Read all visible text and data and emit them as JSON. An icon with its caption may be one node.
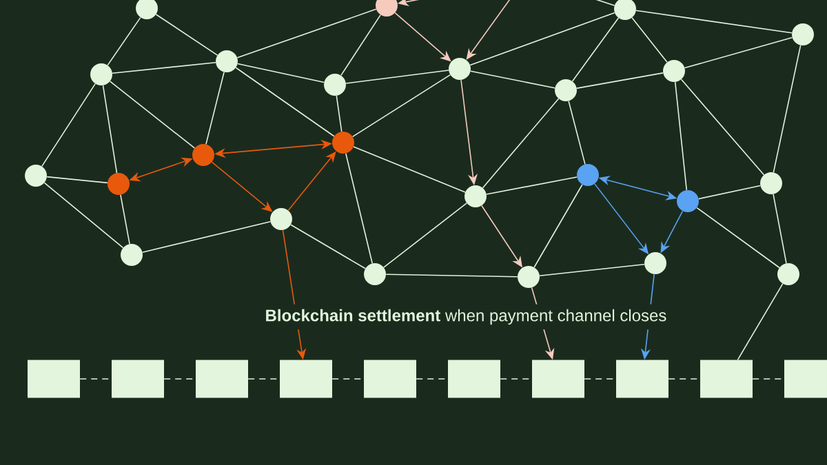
{
  "diagram": {
    "nodes": [
      {
        "text": [],
        "shape": "circle"
      },
      {
        "text": [],
        "shape": "circle"
      },
      {
        "text": [],
        "shape": "circle"
      },
      {
        "text": [],
        "shape": "circle"
      },
      {
        "text": [],
        "shape": "circle"
      },
      {
        "text": [],
        "shape": "circle"
      },
      {
        "text": [],
        "shape": "circle"
      },
      {
        "text": [],
        "shape": "circle"
      },
      {
        "text": [],
        "shape": "circle"
      },
      {
        "text": [],
        "shape": "circle"
      },
      {
        "text": [],
        "shape": "circle"
      },
      {
        "text": [],
        "shape": "circle"
      },
      {
        "text": [],
        "shape": "circle"
      },
      {
        "text": [],
        "shape": "circle"
      },
      {
        "text": [],
        "shape": "circle"
      },
      {
        "text": [],
        "shape": "circle"
      },
      {
        "text": [],
        "shape": "circle"
      },
      {
        "text": [],
        "shape": "circle"
      },
      {
        "text": [],
        "shape": "circle"
      },
      {
        "text": [],
        "shape": "circle"
      },
      {
        "text": [],
        "shape": "circle"
      },
      {
        "text": [],
        "shape": "circle"
      },
      {
        "text": [],
        "shape": "circle"
      },
      {
        "text": [],
        "shape": "circle"
      },
      {
        "text": [],
        "shape": "box"
      },
      {
        "text": [],
        "shape": "box"
      },
      {
        "text": [],
        "shape": "box"
      },
      {
        "text": [],
        "shape": "box"
      },
      {
        "text": [],
        "shape": "box"
      },
      {
        "text": [],
        "shape": "box"
      },
      {
        "text": [],
        "shape": "box"
      },
      {
        "text": [],
        "shape": "box"
      },
      {
        "text": [],
        "shape": "box"
      },
      {
        "text": [],
        "shape": "box"
      }
    ],
    "edges": [
      {
        "from": 0,
        "to": 1,
        "arrow": "none"
      },
      {
        "from": 0,
        "to": 2,
        "arrow": "none"
      },
      {
        "from": 1,
        "to": 2,
        "arrow": "none"
      },
      {
        "from": 1,
        "to": 3,
        "arrow": "none"
      },
      {
        "from": 1,
        "to": 4,
        "arrow": "none"
      },
      {
        "from": 1,
        "to": 5,
        "arrow": "none"
      },
      {
        "from": 2,
        "to": 5,
        "arrow": "none"
      },
      {
        "from": 2,
        "to": 9,
        "arrow": "none"
      },
      {
        "from": 2,
        "to": 8,
        "arrow": "none"
      },
      {
        "from": 2,
        "to": 10,
        "arrow": "none"
      },
      {
        "from": 3,
        "to": 4,
        "arrow": "none"
      },
      {
        "from": 3,
        "to": 6,
        "arrow": "none"
      },
      {
        "from": 4,
        "to": 6,
        "arrow": "none"
      },
      {
        "from": 4,
        "to": 5,
        "arrow": "both",
        "color": "#e8590c"
      },
      {
        "from": 5,
        "to": 8,
        "arrow": "both",
        "color": "#e8590c"
      },
      {
        "from": 5,
        "to": 7,
        "arrow": "to",
        "color": "#e8590c"
      },
      {
        "from": 7,
        "to": 8,
        "arrow": "to",
        "color": "#e8590c"
      },
      {
        "from": 6,
        "to": 7,
        "arrow": "none"
      },
      {
        "from": 7,
        "to": 19,
        "arrow": "none"
      },
      {
        "from": 8,
        "to": 9,
        "arrow": "none"
      },
      {
        "from": 8,
        "to": 11,
        "arrow": "none"
      },
      {
        "from": 8,
        "to": 18,
        "arrow": "none"
      },
      {
        "from": 8,
        "to": 19,
        "arrow": "none"
      },
      {
        "from": 9,
        "to": 10,
        "arrow": "none"
      },
      {
        "from": 9,
        "to": 11,
        "arrow": "none"
      },
      {
        "from": 10,
        "to": 11,
        "arrow": "to",
        "color": "#f6cbbd"
      },
      {
        "from": null,
        "to": 10,
        "arrow": "to",
        "color": "#f6cbbd"
      },
      {
        "from": null,
        "to": 11,
        "arrow": "to",
        "color": "#f6cbbd"
      },
      {
        "from": 11,
        "to": 18,
        "arrow": "to",
        "color": "#f6cbbd"
      },
      {
        "from": 11,
        "to": 12,
        "arrow": "none"
      },
      {
        "from": 11,
        "to": 14,
        "arrow": "none"
      },
      {
        "from": null,
        "to": 12,
        "arrow": "none"
      },
      {
        "from": 12,
        "to": 13,
        "arrow": "none"
      },
      {
        "from": 12,
        "to": 14,
        "arrow": "none"
      },
      {
        "from": 12,
        "to": 15,
        "arrow": "none"
      },
      {
        "from": 13,
        "to": 15,
        "arrow": "none"
      },
      {
        "from": 13,
        "to": 22,
        "arrow": "none"
      },
      {
        "from": 14,
        "to": 15,
        "arrow": "none"
      },
      {
        "from": 14,
        "to": 16,
        "arrow": "none"
      },
      {
        "from": 14,
        "to": 18,
        "arrow": "none"
      },
      {
        "from": 15,
        "to": 17,
        "arrow": "none"
      },
      {
        "from": 15,
        "to": 22,
        "arrow": "none"
      },
      {
        "from": 16,
        "to": 18,
        "arrow": "none"
      },
      {
        "from": 16,
        "to": 20,
        "arrow": "none"
      },
      {
        "from": 16,
        "to": 17,
        "arrow": "both",
        "color": "#5aa2f2"
      },
      {
        "from": 16,
        "to": 21,
        "arrow": "to",
        "color": "#5aa2f2"
      },
      {
        "from": 17,
        "to": 21,
        "arrow": "to",
        "color": "#5aa2f2"
      },
      {
        "from": 17,
        "to": 22,
        "arrow": "none"
      },
      {
        "from": 17,
        "to": 23,
        "arrow": "none"
      },
      {
        "from": 22,
        "to": 23,
        "arrow": "none"
      },
      {
        "from": 18,
        "to": 19,
        "arrow": "none"
      },
      {
        "from": 18,
        "to": 20,
        "arrow": "to",
        "color": "#f6cbbd"
      },
      {
        "from": 19,
        "to": 20,
        "arrow": "none"
      },
      {
        "from": 20,
        "to": 21,
        "arrow": "none"
      },
      {
        "from": 7,
        "to": 27,
        "arrow": "to",
        "color": "#e8590c"
      },
      {
        "from": 20,
        "to": 30,
        "arrow": "to",
        "color": "#f6cbbd"
      },
      {
        "from": 21,
        "to": 31,
        "arrow": "to",
        "color": "#5aa2f2"
      },
      {
        "from": 23,
        "to": 32,
        "arrow": "none"
      },
      {
        "from": 24,
        "to": 25,
        "arrow": "none",
        "style": "dashed"
      },
      {
        "from": 25,
        "to": 26,
        "arrow": "none",
        "style": "dashed"
      },
      {
        "from": 26,
        "to": 27,
        "arrow": "none",
        "style": "dashed"
      },
      {
        "from": 27,
        "to": 28,
        "arrow": "none",
        "style": "dashed"
      },
      {
        "from": 28,
        "to": 29,
        "arrow": "none",
        "style": "dashed"
      },
      {
        "from": 29,
        "to": 30,
        "arrow": "none",
        "style": "dashed"
      },
      {
        "from": 30,
        "to": 31,
        "arrow": "none",
        "style": "dashed"
      },
      {
        "from": 31,
        "to": 32,
        "arrow": "none",
        "style": "dashed"
      },
      {
        "from": 32,
        "to": 33,
        "arrow": "none",
        "style": "dashed"
      }
    ],
    "labels": [
      "**Blockchain settlement** when payment channel closes"
    ]
  }
}
